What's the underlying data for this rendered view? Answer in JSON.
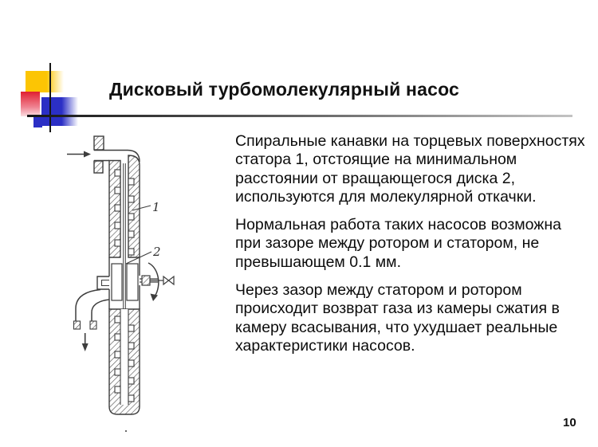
{
  "slide": {
    "title": "Дисковый турбомолекулярный насос",
    "paragraphs": [
      "Спиральные канавки на торцевых поверхностях статора 1, отстоящие на минимальном расстоянии от вращающегося диска 2, используются для молекулярной откачки.",
      "Нормальная работа таких насосов возможна при зазоре между ротором и статором, не превышающем 0.1 мм.",
      "Через зазор между статором и ротором происходит возврат газа из камеры сжатия в камеру всасывания, что ухудшает реальные характеристики насосов."
    ],
    "diagram": {
      "stator_label": "1",
      "rotor_label": "2",
      "icons": {
        "inlet": "arrow-right",
        "outlet": "arrow-down",
        "rotation": "curved-arrow",
        "valve": "bowtie-valve"
      }
    },
    "page_number": "10",
    "colors": {
      "accent_yellow": "#fcc504",
      "accent_red": "#e01f30",
      "accent_blue": "#2b2fc5",
      "rule_dark": "#161616",
      "rule_light": "#c3c3c3",
      "text": "#0c0c0c",
      "drawing_line": "#3d3d3d"
    }
  }
}
